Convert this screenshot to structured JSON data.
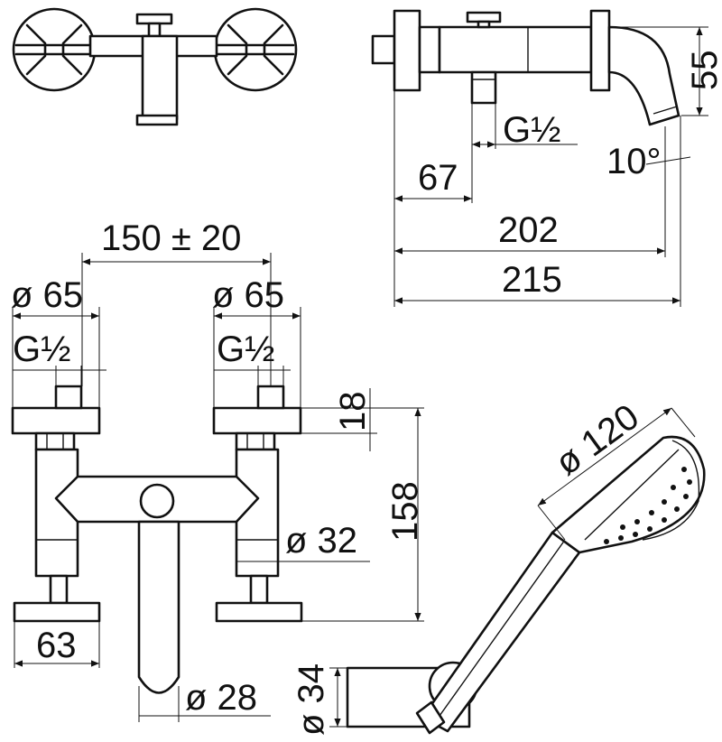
{
  "labels": {
    "top_thread": "G½",
    "dim_67": "67",
    "dim_202": "202",
    "dim_215": "215",
    "dim_55": "55",
    "angle_10": "10°",
    "dim_150": "150 ± 20",
    "dia_65_left": "ø 65",
    "dia_65_right": "ø 65",
    "thread_left": "G½",
    "thread_right": "G½",
    "dim_18": "18",
    "dim_158": "158",
    "dia_32": "ø 32",
    "dim_63": "63",
    "dia_28": "ø 28",
    "dia_120": "ø 120",
    "dia_34": "ø 34"
  }
}
